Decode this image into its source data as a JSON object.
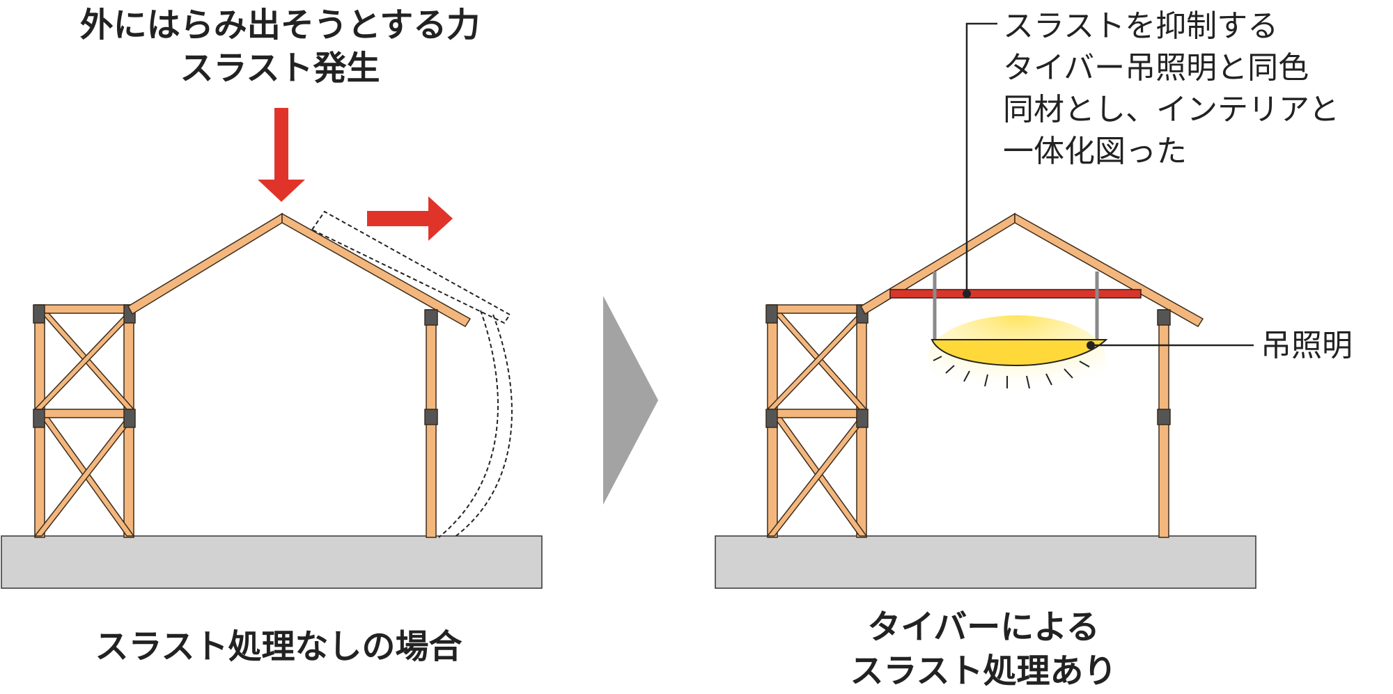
{
  "left_panel": {
    "heading_line1": "外にはらみ出そうとする力",
    "heading_line2": "スラスト発生",
    "caption": "スラスト処理なしの場合"
  },
  "right_panel": {
    "note_line1": "スラストを抑制する",
    "note_line2": "タイバー吊照明と同色",
    "note_line3": "同材とし、インテリアと",
    "note_line4": "一体化図った",
    "lamp_label": "吊照明",
    "caption_line1": "タイバーによる",
    "caption_line2": "スラスト処理あり"
  },
  "colors": {
    "timber": "#f3b77e",
    "timber_outline": "#3a2a1a",
    "ground": "#d2d2d2",
    "arrow_red": "#e0342a",
    "tie_bar_red": "#d9362b",
    "lamp_yellow": "#ffd93a",
    "step_arrow_gray": "#a3a3a3",
    "text": "#222222"
  }
}
